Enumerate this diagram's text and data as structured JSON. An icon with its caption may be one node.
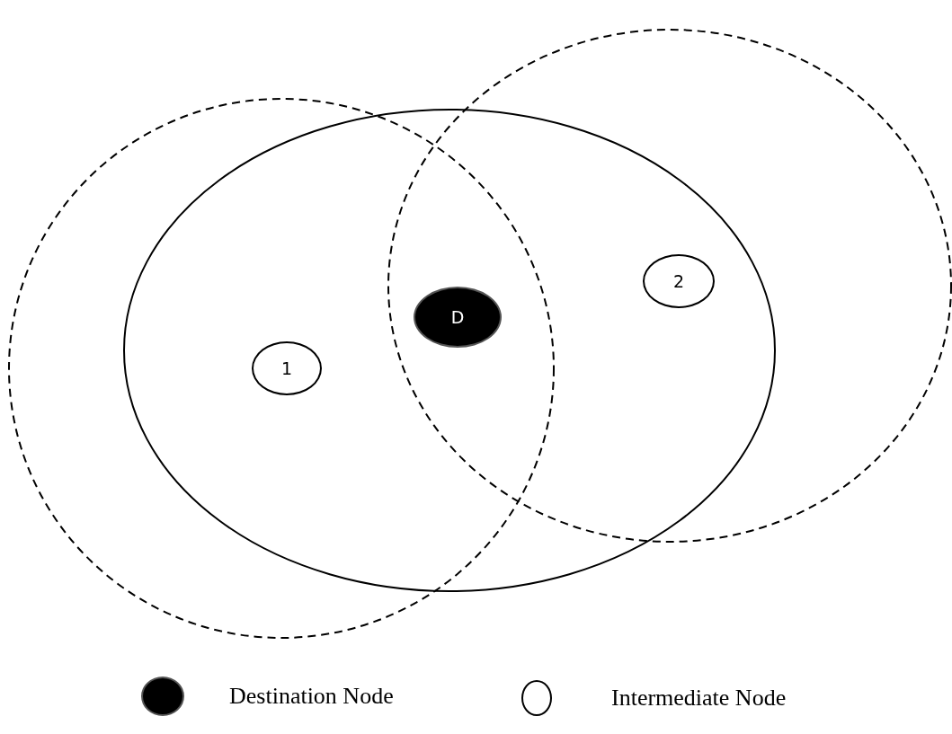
{
  "diagram": {
    "nodes": [
      {
        "text": [
          "2"
        ]
      },
      {
        "text": [
          "D"
        ]
      },
      {
        "text": [
          "1"
        ]
      }
    ],
    "edges": [],
    "legend": [
      {
        "text": "Destination Node"
      },
      {
        "text": "Intermediate Node"
      }
    ]
  }
}
